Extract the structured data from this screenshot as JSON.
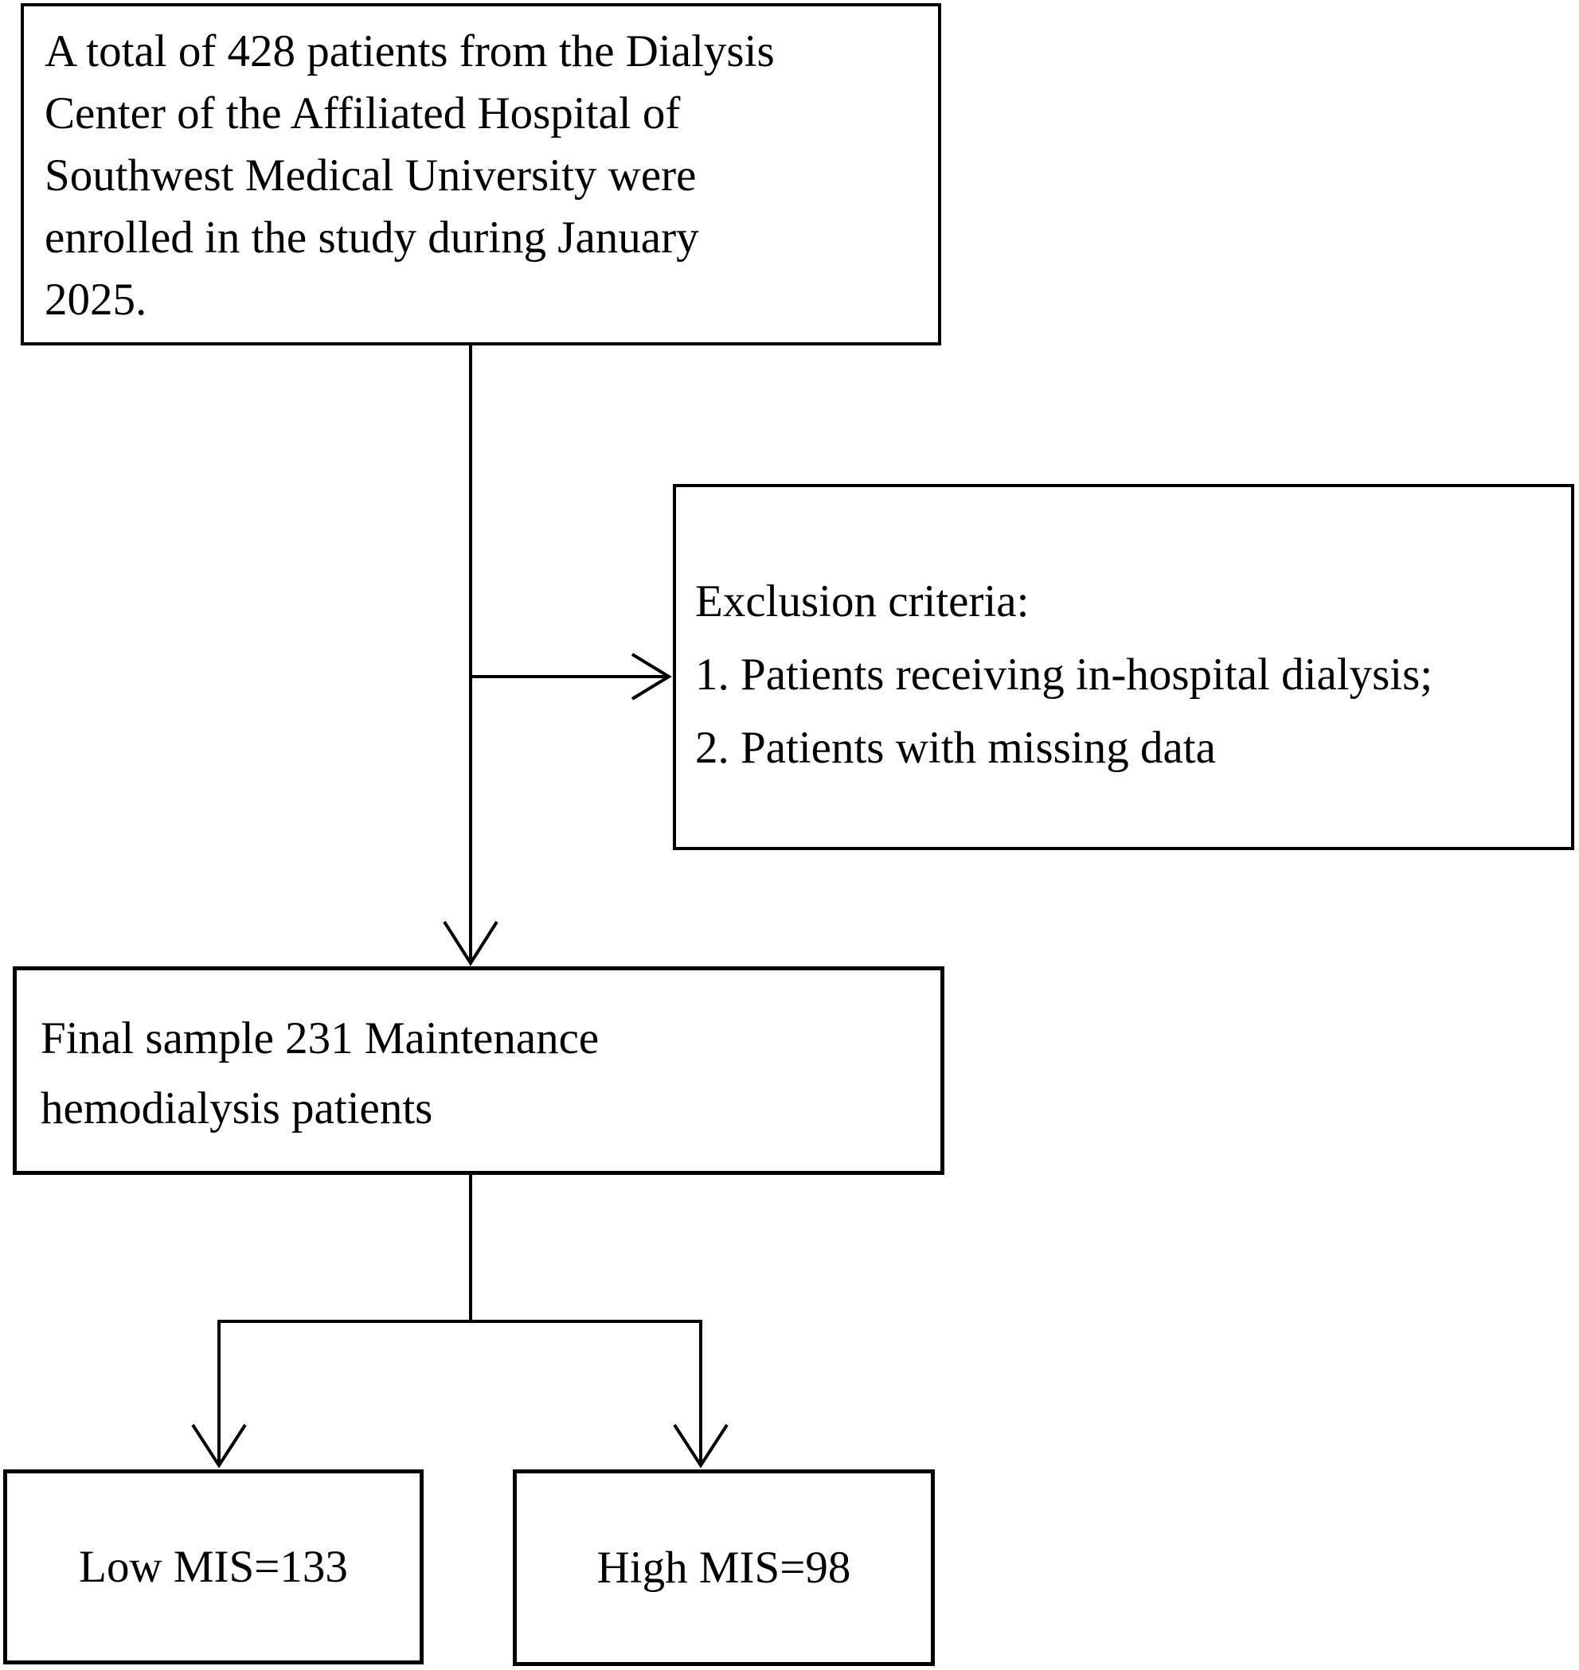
{
  "figure": {
    "background_color": "#ffffff",
    "ink_color": "#000000",
    "boxes": {
      "enrollment": {
        "lines": [
          "A total of 428 patients from the Dialysis",
          "Center of the Affiliated Hospital of",
          "Southwest Medical University were",
          "enrolled in the study during January",
          "2025."
        ]
      },
      "exclusion": {
        "lines": [
          "Exclusion criteria:",
          "1. Patients receiving in-hospital dialysis;",
          "2. Patients with missing data"
        ]
      },
      "final_sample": {
        "lines": [
          "Final sample 231 Maintenance",
          "hemodialysis patients"
        ]
      },
      "low_mis": {
        "label": "Low MIS=133"
      },
      "high_mis": {
        "label": "High MIS=98"
      }
    }
  }
}
